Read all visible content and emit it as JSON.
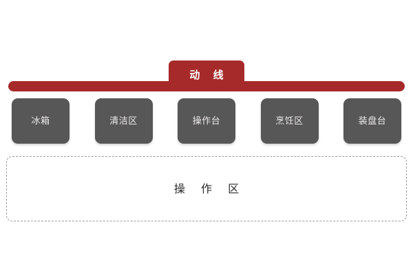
{
  "diagram": {
    "background_color": "#ffffff",
    "flow": {
      "label": "动 线",
      "accent_color": "#a72a2a",
      "label_text_color": "#ffffff"
    },
    "stations": {
      "box_color": "#585757",
      "text_color": "#eceaea",
      "items": [
        {
          "label": "冰箱"
        },
        {
          "label": "清洁区"
        },
        {
          "label": "操作台"
        },
        {
          "label": "烹饪区"
        },
        {
          "label": "装盘台"
        }
      ]
    },
    "work_area": {
      "label": "操 作 区",
      "border_color": "#9a9a9a",
      "text_color": "#2a2a2a"
    }
  }
}
